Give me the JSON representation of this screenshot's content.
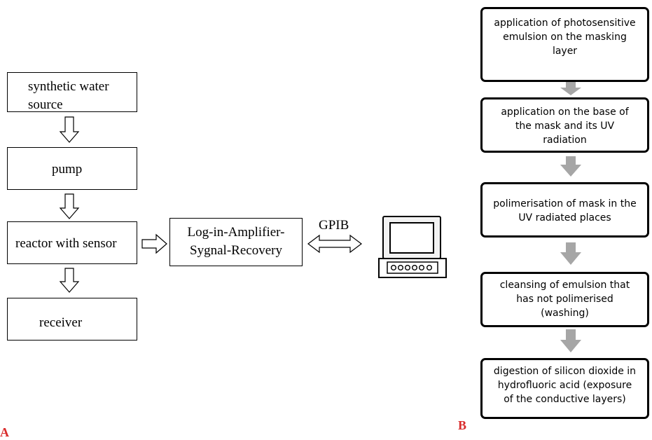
{
  "diagram_a": {
    "boxes": {
      "water": [
        "synthetic water",
        "source"
      ],
      "pump": "pump",
      "reactor": "reactor with sensor",
      "receiver": "receiver",
      "lock_in": [
        "Log-in-Amplifier-",
        "Sygnal-Recovery"
      ]
    },
    "link_label": "GPIB",
    "computer_icon": "computer-icon",
    "panel_letter": "A"
  },
  "diagram_b": {
    "steps": [
      [
        "application of photosensitive",
        "emulsion on the masking",
        "layer"
      ],
      [
        "application on the base of",
        "the mask and its UV",
        "radiation"
      ],
      [
        "polimerisation of mask in the",
        "UV radiated places"
      ],
      [
        "cleansing of emulsion that",
        "has not polimerised",
        "(washing)"
      ],
      [
        "digestion of silicon dioxide in",
        "hydrofluoric acid (exposure",
        "of the conductive layers)"
      ]
    ],
    "panel_letter": "B"
  },
  "colors": {
    "panel_letter": "#d92b2b",
    "flow_arrow": "#a6a6a6"
  }
}
